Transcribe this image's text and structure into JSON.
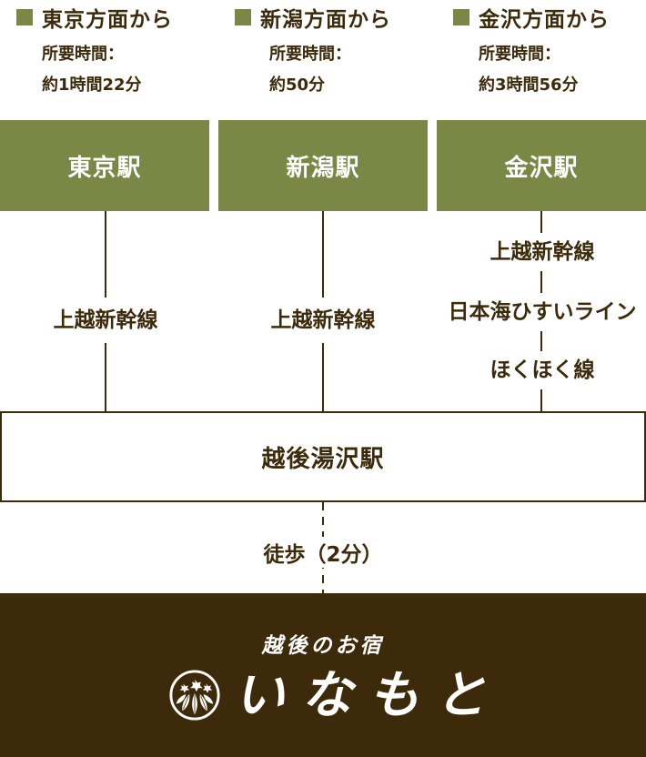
{
  "colors": {
    "accent_green": "#7a8745",
    "text_brown": "#3d2a0a",
    "footer_bg": "#3d2a0a",
    "white": "#ffffff"
  },
  "origins": [
    {
      "heading": "東京方面から",
      "time_label": "所要時間：",
      "time_value": "約1時間22分",
      "station": "東京駅",
      "lines": [
        "上越新幹線"
      ]
    },
    {
      "heading": "新潟方面から",
      "time_label": "所要時間：",
      "time_value": "約50分",
      "station": "新潟駅",
      "lines": [
        "上越新幹線"
      ]
    },
    {
      "heading": "金沢方面から",
      "time_label": "所要時間：",
      "time_value": "約3時間56分",
      "station": "金沢駅",
      "lines": [
        "上越新幹線",
        "日本海ひすいライン",
        "ほくほく線"
      ]
    }
  ],
  "destination": {
    "station": "越後湯沢駅",
    "walk_label": "徒歩（2分）"
  },
  "footer": {
    "tagline": "越後のお宿",
    "brand_name": "いなもと",
    "crest_icon": "bamboo-leaf-family-crest"
  }
}
